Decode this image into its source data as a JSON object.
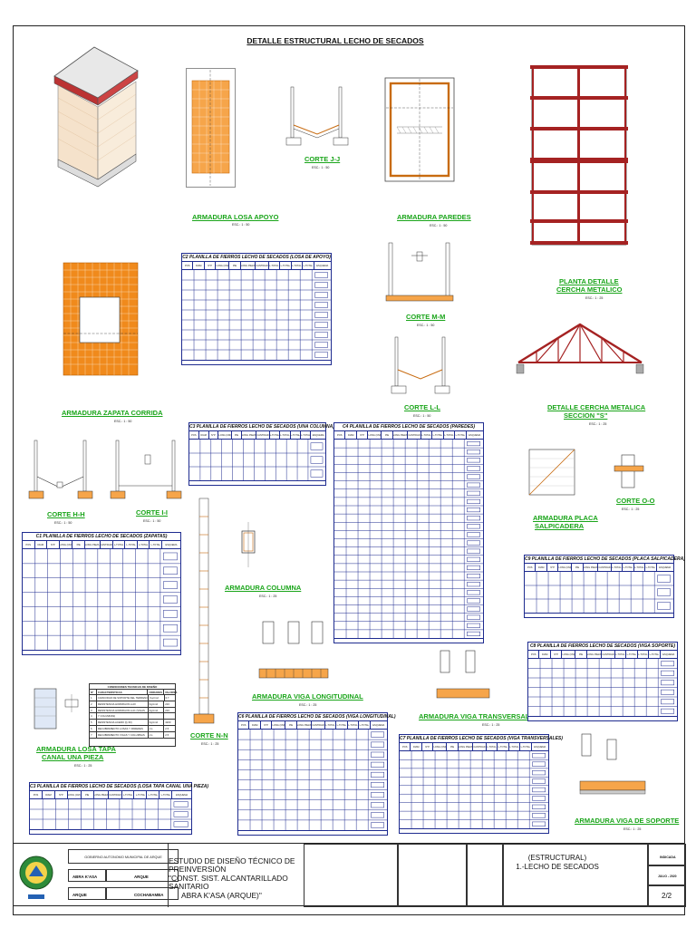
{
  "title": "DETALLE ESTRUCTURAL LECHO DE SECADOS",
  "drawing_titles": {
    "losa_apoyo": "ARMADURA LOSA APOYO",
    "corte_jj": "CORTE J-J",
    "paredes": "ARMADURA PAREDES",
    "planta_cercha_1": "PLANTA DETALLE",
    "planta_cercha_2": "CERCHA METALICO",
    "zapata": "ARMADURA ZAPATA CORRIDA",
    "corte_mm": "CORTE M-M",
    "corte_ll": "CORTE L-L",
    "cercha_1": "DETALLE CERCHA METALICA",
    "cercha_2": "SECCION \"S\"",
    "corte_hh": "CORTE H-H",
    "corte_ii": "CORTE I-I",
    "placa_1": "ARMADURA PLACA",
    "placa_2": "SALPICADERA",
    "corte_oo": "CORTE O-O",
    "columna": "ARMADURA COLUMNA",
    "viga_long": "ARMADURA VIGA LONGITUDINAL",
    "viga_trans": "ARMADURA VIGA TRANSVERSAL",
    "losa_tapa_1": "ARMADURA LOSA TAPA",
    "losa_tapa_2": "CANAL UNA PIEZA",
    "corte_nn": "CORTE N-N",
    "viga_soporte": "ARMADURA VIGA DE SOPORTE"
  },
  "scales": {
    "s50": "ESC.: 1 : 50",
    "s25": "ESC.: 1 : 25"
  },
  "tables": {
    "c1": "C1 PLANILLA DE FIERROS LECHO DE SECADOS (ZAPATAS)",
    "c2": "C2 PLANILLA DE FIERROS LECHO DE SECADOS (LOSA DE APOYO)",
    "c3a": "C3 PLANILLA DE FIERROS LECHO DE SECADOS (UNA COLUMNA)",
    "c3b": "C3 PLANILLA DE FIERROS LECHO DE SECADOS (LOSA TAPA CANAL UNA PIEZA)",
    "c4": "C4 PLANILLA DE FIERROS LECHO DE SECADOS (PAREDES)",
    "c6": "C6 PLANILLA DE FIERROS LECHO DE SECADOS (VIGA LONGITUDINAL)",
    "c7": "C7 PLANILLA DE FIERROS LECHO DE SECADOS (VIGA TRANSVERSALES)",
    "c8": "C8 PLANILLA DE FIERROS LECHO DE SECADOS (VIGA SOPORTE)",
    "c9": "C9 PLANILLA DE FIERROS LECHO DE SECADOS (PLACA SALPICADERA)"
  },
  "table_headers": [
    "POS",
    "DIAM",
    "N°P",
    "LONG (CM)",
    "PIE",
    "LONG PIEZA",
    "CANTIDAD",
    "L-TOTAL",
    "L-TOTAL",
    "L-TOTAL",
    "L-TOTAL",
    "ESQUEMA"
  ],
  "conditions": {
    "title": "CONDICIONES TECNICAS DE DISEÑO",
    "headers": [
      "Nº",
      "CARACTERISTICAS",
      "UNIDADES",
      "VALORES"
    ],
    "rows": [
      [
        "1",
        "CAPACIDAD DE SOPORTE DEL TERRENO",
        "Kg/cm2",
        "0.7"
      ],
      [
        "2",
        "RESISTENCIA HORMIGON H-20",
        "Kg/cm2",
        "210"
      ],
      [
        "3",
        "RESISTENCIA HORMIGON H-21 (VIGAS",
        "Kg/cm2",
        "210"
      ],
      [
        "4",
        "Y COLUMNAS)",
        "",
        ""
      ],
      [
        "5",
        "RESISTENCIA ACERO (fy 60)",
        "Kg/cm2",
        "4200"
      ],
      [
        "6",
        "RECUBRIMIENTO LOSAS Y PAREDES",
        "cm",
        "2.5"
      ],
      [
        "7",
        "RECUBRIMIENTO VIGAS Y COLUMNAS",
        "cm",
        "2.5"
      ]
    ]
  },
  "titleblock": {
    "entity": "GOBIERNO AUTONOMO MUNICIPAL DE ARQUE",
    "community": "ABRA K'ASA",
    "municipality": "ARQUE",
    "province": "ARQUE",
    "department": "COCHABAMBA",
    "project_line1": "ESTUDIO DE DISEÑO TÉCNICO DE PREINVERSIÓN",
    "project_line2": "\"CONST. SIST. ALCANTARILLADO SANITARIO",
    "project_line3": "ABRA  K'ASA (ARQUE)\"",
    "sheet_line1": "(ESTRUCTURAL)",
    "sheet_line2": "1.-LECHO DE SECADOS",
    "scale": "INDICADA",
    "date": "JULIO - 2020",
    "sheet": "2/2"
  },
  "colors": {
    "accent_green": "#1aa51a",
    "table_blue": "#1e2b8f",
    "rebar_orange": "#f08a1c",
    "steel_red": "#a52222"
  }
}
